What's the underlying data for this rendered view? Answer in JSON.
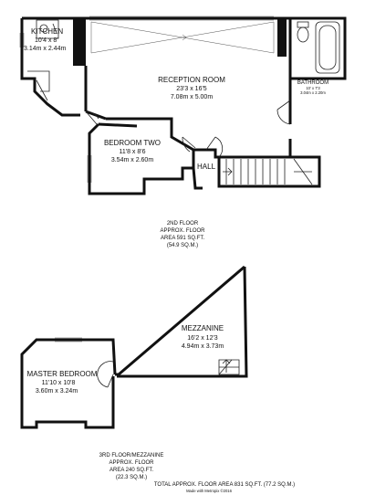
{
  "floor2": {
    "kitchen": {
      "name": "KITCHEN",
      "dim_imperial": "10'4 x 8'",
      "dim_metric": "3.14m x 2.44m"
    },
    "reception": {
      "name": "RECEPTION ROOM",
      "dim_imperial": "23'3 x 16'5",
      "dim_metric": "7.08m x 5.00m"
    },
    "bathroom": {
      "name": "BATHROOM",
      "dim_imperial": "10' x 7'3",
      "dim_metric": "3.04m x 2.20m"
    },
    "bedroom_two": {
      "name": "BEDROOM TWO",
      "dim_imperial": "11'8 x 8'6",
      "dim_metric": "3.54m x 2.60m"
    },
    "hall": {
      "name": "HALL"
    },
    "caption": {
      "line1": "2ND FLOOR",
      "line2": "APPROX. FLOOR",
      "line3": "AREA 591 SQ.FT.",
      "line4": "(54.9 SQ.M.)"
    }
  },
  "floor3": {
    "mezzanine": {
      "name": "MEZZANINE",
      "dim_imperial": "16'2 x 12'3",
      "dim_metric": "4.94m x 3.73m"
    },
    "master_bedroom": {
      "name": "MASTER BEDROOM",
      "dim_imperial": "11'10 x 10'8",
      "dim_metric": "3.60m x 3.24m"
    },
    "caption": {
      "line1": "3RD FLOOR/MEZZANINE",
      "line2": "APPROX. FLOOR",
      "line3": "AREA 240 SQ.FT.",
      "line4": "(22.3 SQ.M.)"
    }
  },
  "footer": {
    "total": "TOTAL APPROX. FLOOR AREA 831 SQ.FT. (77.2 SQ.M.)",
    "credit": "Made with Metropix ©2016"
  }
}
